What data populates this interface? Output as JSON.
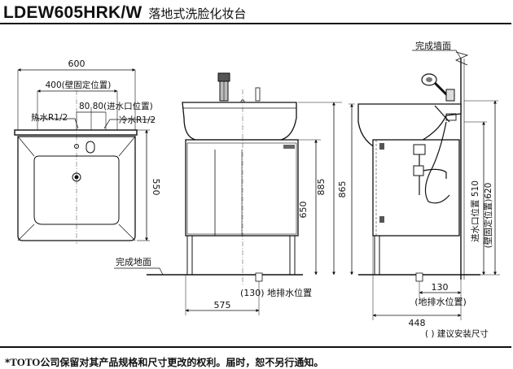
{
  "title": {
    "model": "LDEW605HRK/W",
    "name": "落地式洗脸化妆台"
  },
  "front_view": {
    "width_dim": "600",
    "wall_fix_dim": "400(壁固定位置)",
    "hot_water_label": "热水R1/2",
    "inlet_dim": "80 80(进水口位置)",
    "cold_water_label": "冷水R1/2"
  },
  "top_view": {
    "depth_dim": "550"
  },
  "side_view": {
    "floor_label": "完成地面",
    "dim_885": "885",
    "dim_650": "650",
    "bottom_drain_label": "(130) 地排水位置",
    "dim_575": "575"
  },
  "right_view": {
    "wall_label": "完成墙面",
    "dim_865": "865",
    "inlet_pos_label": "进水口位置 510",
    "wall_fix_label": "(壁固定位置)620",
    "dim_130": "130",
    "floor_drain_label": "(地排水位置)",
    "dim_448": "448"
  },
  "note": "( ) 建议安装尺寸",
  "footer": {
    "prefix": "*",
    "brand": "TOTO",
    "text": "公司保留对其产品规格和尺寸更改的权利。届时，恕不另行通知。"
  }
}
